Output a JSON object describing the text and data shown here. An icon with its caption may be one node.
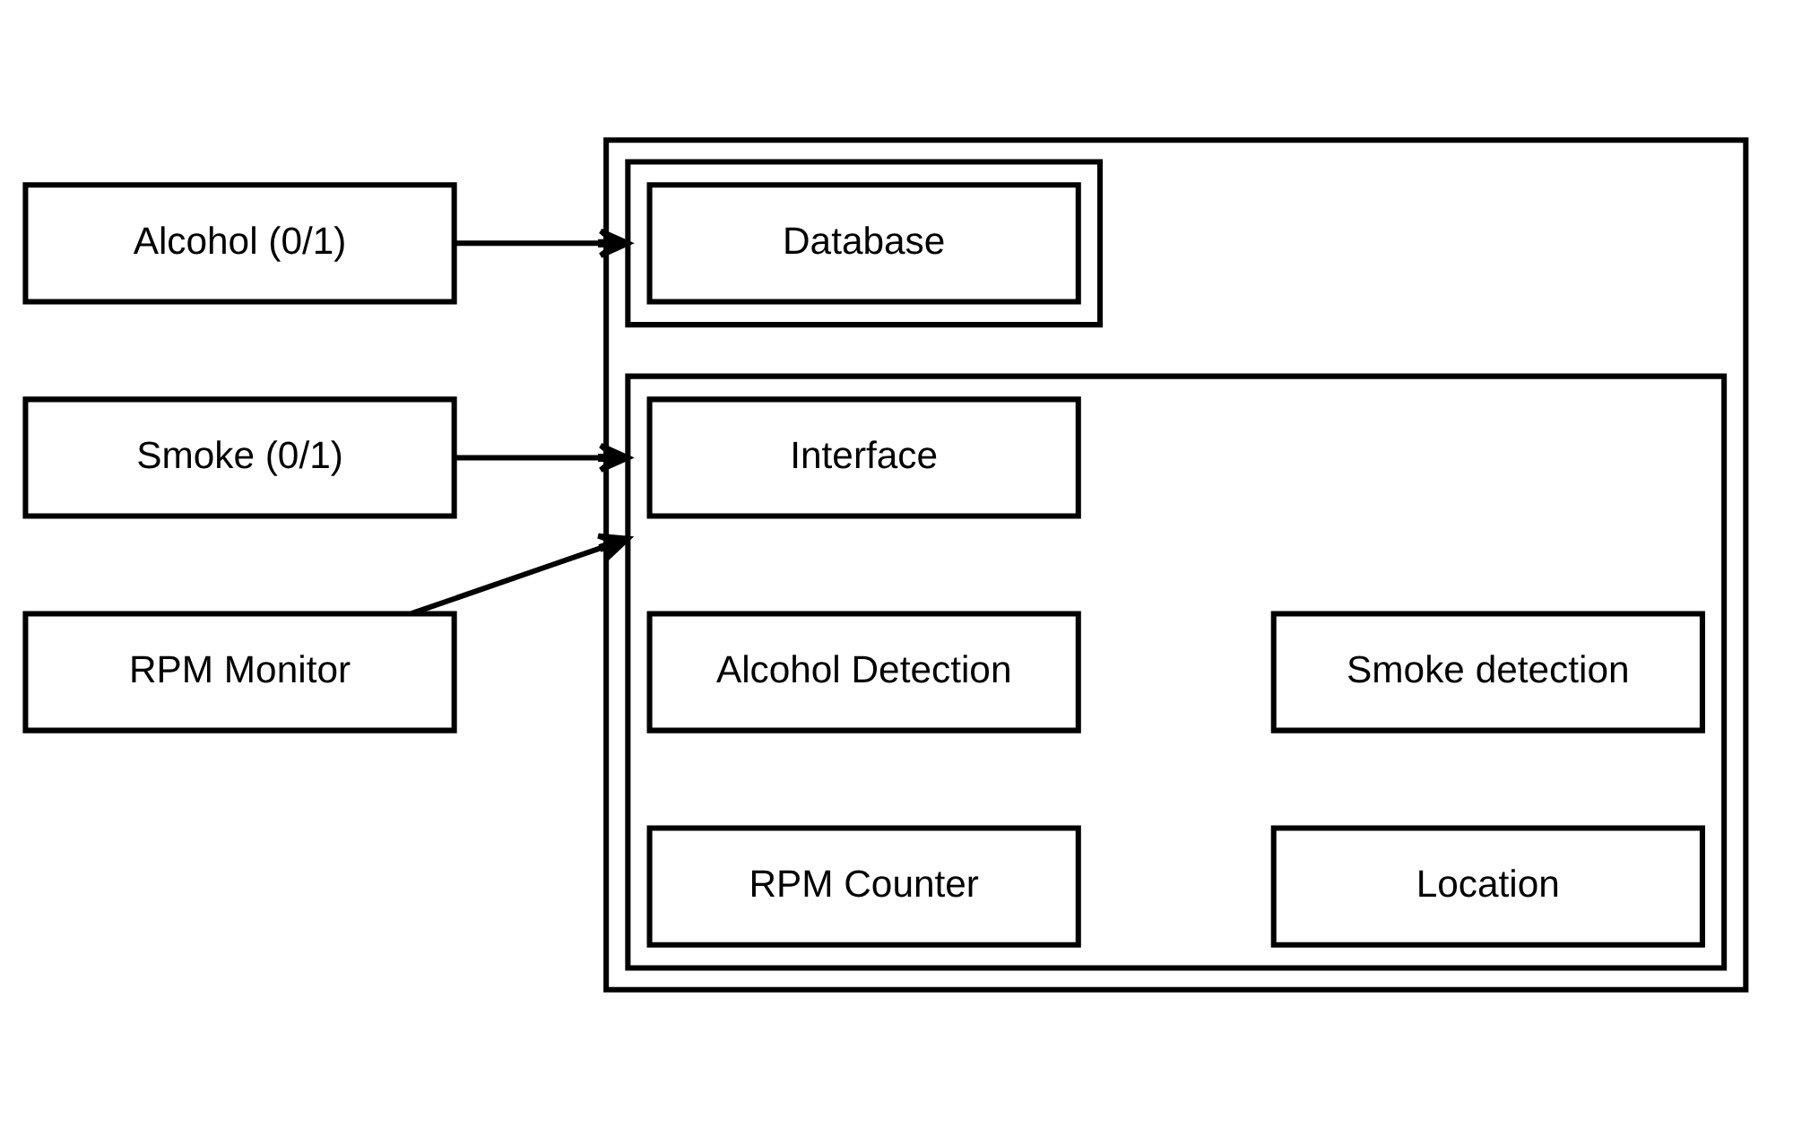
{
  "diagram": {
    "nodes": [
      {
        "text": [
          "Alcohol (0/1)"
        ]
      },
      {
        "text": [
          "Smoke (0/1)"
        ]
      },
      {
        "text": [
          "RPM Monitor"
        ]
      },
      {
        "text": [],
        "shape": "box"
      },
      {
        "text": [],
        "shape": "box",
        "in": 3
      },
      {
        "text": [
          "Database"
        ],
        "in": 4
      },
      {
        "text": [],
        "shape": "box",
        "in": 3
      },
      {
        "text": [
          "Interface"
        ],
        "in": 6
      },
      {
        "text": [
          "Alcohol Detection"
        ],
        "in": 6
      },
      {
        "text": [
          "Smoke detection"
        ],
        "in": 6
      },
      {
        "text": [
          "RPM Counter"
        ],
        "in": 6
      },
      {
        "text": [
          "Location"
        ],
        "in": 6
      }
    ],
    "edges": [
      {
        "from": 0,
        "to": 4,
        "arrow": "to"
      },
      {
        "from": 1,
        "to": 6,
        "arrow": "to"
      },
      {
        "from": 2,
        "to": 6,
        "arrow": "to"
      }
    ]
  }
}
